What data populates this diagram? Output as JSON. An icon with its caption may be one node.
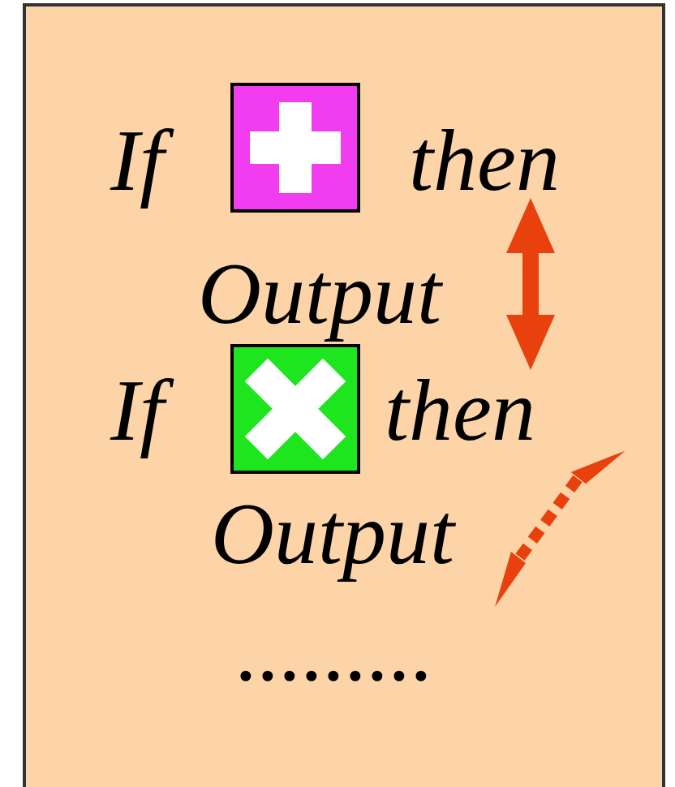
{
  "diagram": {
    "labels": [
      "If",
      "then",
      "Output",
      "If",
      "then",
      "Output",
      "........."
    ]
  }
}
